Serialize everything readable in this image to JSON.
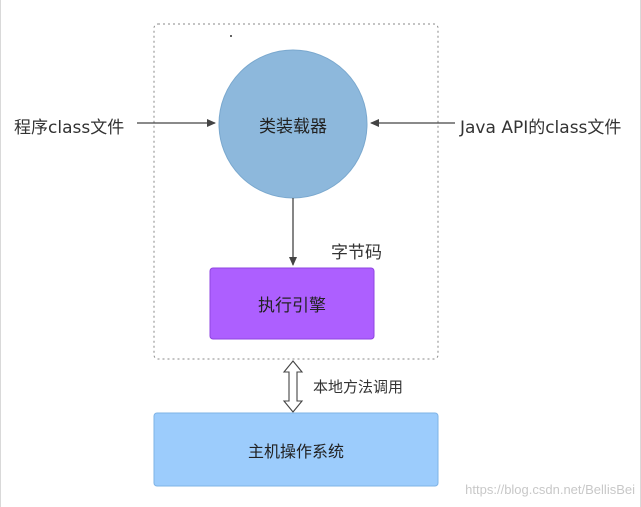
{
  "diagram": {
    "input_left": "程序class文件",
    "input_right": "Java API的class文件",
    "class_loader": "类装载器",
    "bytecode": "字节码",
    "execution_engine": "执行引擎",
    "native_call": "本地方法调用",
    "host_os": "主机操作系统",
    "watermark": "https://blog.csdn.net/BellisBei"
  },
  "colors": {
    "class_loader_fill": "#8db8dc",
    "engine_fill": "#ad5fff",
    "os_fill": "#9cccfc",
    "arrow": "#444444",
    "dashed_border": "#8a8a8a"
  }
}
